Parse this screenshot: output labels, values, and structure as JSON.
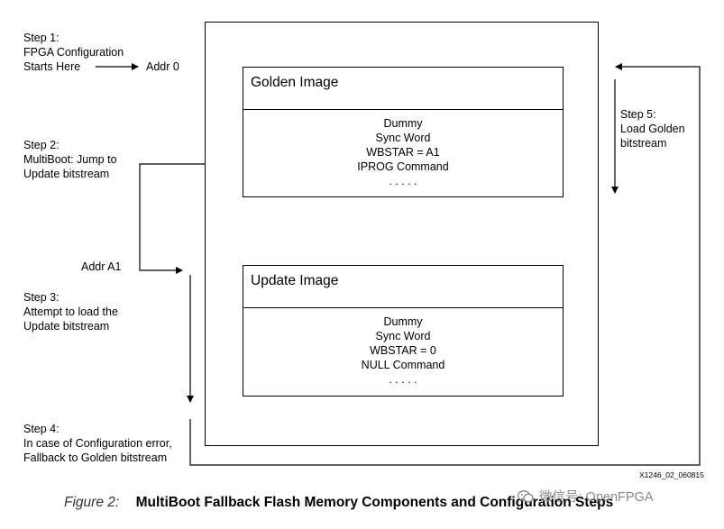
{
  "steps": {
    "step1": [
      "Step 1:",
      "FPGA Configuration",
      "Starts Here"
    ],
    "step2": [
      "Step 2:",
      "MultiBoot: Jump to",
      "Update bitstream"
    ],
    "step3": [
      "Step 3:",
      "Attempt to load the",
      "Update bitstream"
    ],
    "step4": [
      "Step 4:",
      "In case of Configuration error,",
      "Fallback to Golden bitstream"
    ],
    "step5": [
      "Step 5:",
      "Load Golden",
      "bitstream"
    ]
  },
  "addresses": {
    "addr0": "Addr 0",
    "addrA1": "Addr A1"
  },
  "golden_image": {
    "title": "Golden Image",
    "lines": [
      "Dummy",
      "Sync Word",
      "WBSTAR = A1",
      "IPROG Command",
      ". . . . ."
    ]
  },
  "update_image": {
    "title": "Update Image",
    "lines": [
      "Dummy",
      "Sync Word",
      "WBSTAR = 0",
      "NULL Command",
      ". . . . ."
    ]
  },
  "doc_id": "X1246_02_060815",
  "figure": {
    "number": "Figure 2:",
    "caption": "MultiBoot Fallback Flash Memory Components and Configuration Steps"
  },
  "watermark": "微信号: OpenFPGA",
  "icons": {
    "watermark": "wechat-icon"
  },
  "colors": {
    "line": "#000000",
    "watermark": "#8a8a8a"
  }
}
